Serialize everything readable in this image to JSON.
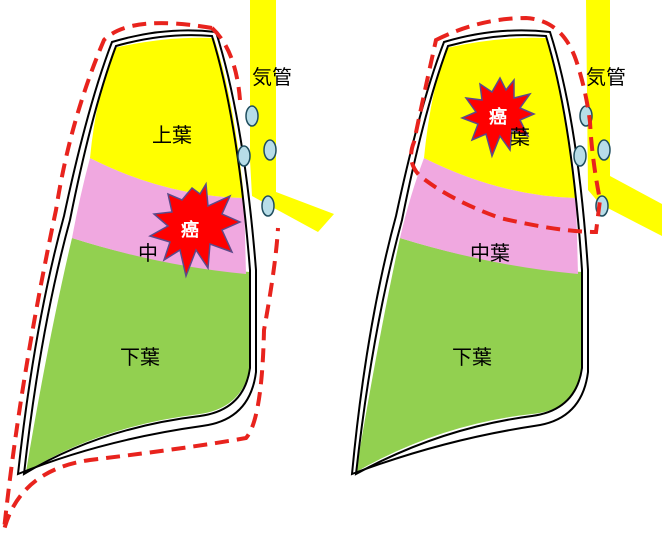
{
  "colors": {
    "background": "#ffffff",
    "trachea": "#ffff00",
    "upper_lobe": "#ffff00",
    "middle_lobe": "#f0a8e0",
    "lower_lobe": "#92d050",
    "cancer": "#ff0000",
    "resection_line": "#e8231d",
    "lymph_node": "#b7dde8"
  },
  "left_panel": {
    "trachea_label": "気管",
    "upper_lobe_label": "上葉",
    "middle_lobe_label": "中",
    "lower_lobe_label": "下葉",
    "cancer_label": "癌"
  },
  "right_panel": {
    "trachea_label": "気管",
    "upper_lobe_label": "葉",
    "middle_lobe_label": "中葉",
    "lower_lobe_label": "下葉",
    "cancer_label": "癌"
  }
}
